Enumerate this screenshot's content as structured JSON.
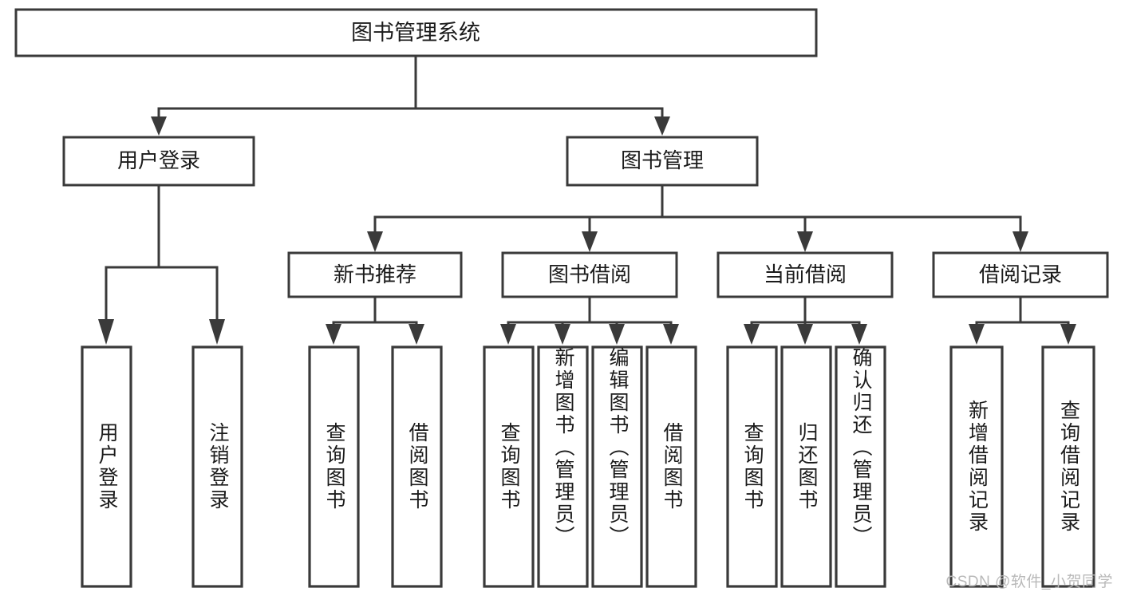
{
  "diagram": {
    "type": "tree-hierarchy",
    "title": "图书管理系统",
    "root": {
      "id": "root",
      "label": "图书管理系统",
      "level": 1
    },
    "level2": [
      {
        "id": "user-login",
        "label": "用户登录"
      },
      {
        "id": "book-management",
        "label": "图书管理"
      }
    ],
    "level3": [
      {
        "id": "new-book-recommend",
        "label": "新书推荐",
        "parent": "book-management"
      },
      {
        "id": "book-borrow",
        "label": "图书借阅",
        "parent": "book-management"
      },
      {
        "id": "current-borrow",
        "label": "当前借阅",
        "parent": "book-management"
      },
      {
        "id": "borrow-record",
        "label": "借阅记录",
        "parent": "book-management"
      }
    ],
    "leaves": [
      {
        "id": "leaf-user-login",
        "label": "用户登录",
        "parent": "user-login"
      },
      {
        "id": "leaf-logout-login",
        "label": "注销登录",
        "parent": "user-login"
      },
      {
        "id": "leaf-query-book-1",
        "label": "查询图书",
        "parent": "new-book-recommend"
      },
      {
        "id": "leaf-borrow-book-1",
        "label": "借阅图书",
        "parent": "new-book-recommend"
      },
      {
        "id": "leaf-query-book-2",
        "label": "查询图书",
        "parent": "book-borrow"
      },
      {
        "id": "leaf-add-book",
        "label": "新增图书（管理员）",
        "parent": "book-borrow"
      },
      {
        "id": "leaf-edit-book",
        "label": "编辑图书（管理员）",
        "parent": "book-borrow"
      },
      {
        "id": "leaf-borrow-book-2",
        "label": "借阅图书",
        "parent": "book-borrow"
      },
      {
        "id": "leaf-query-book-3",
        "label": "查询图书",
        "parent": "current-borrow"
      },
      {
        "id": "leaf-return-book",
        "label": "归还图书",
        "parent": "current-borrow"
      },
      {
        "id": "leaf-confirm-return",
        "label": "确认归还（管理员）",
        "parent": "current-borrow"
      },
      {
        "id": "leaf-add-record",
        "label": "新增借阅记录",
        "parent": "borrow-record"
      },
      {
        "id": "leaf-query-record",
        "label": "查询借阅记录",
        "parent": "borrow-record"
      }
    ],
    "colors": {
      "background": "#ffffff",
      "box_fill": "#ffffff",
      "box_stroke": "#3a3a3a",
      "connector": "#3a3a3a",
      "text": "#1b1b1b",
      "watermark": "#b9b9b9"
    }
  },
  "watermark": {
    "text": "CSDN @软件_小贺同学"
  }
}
